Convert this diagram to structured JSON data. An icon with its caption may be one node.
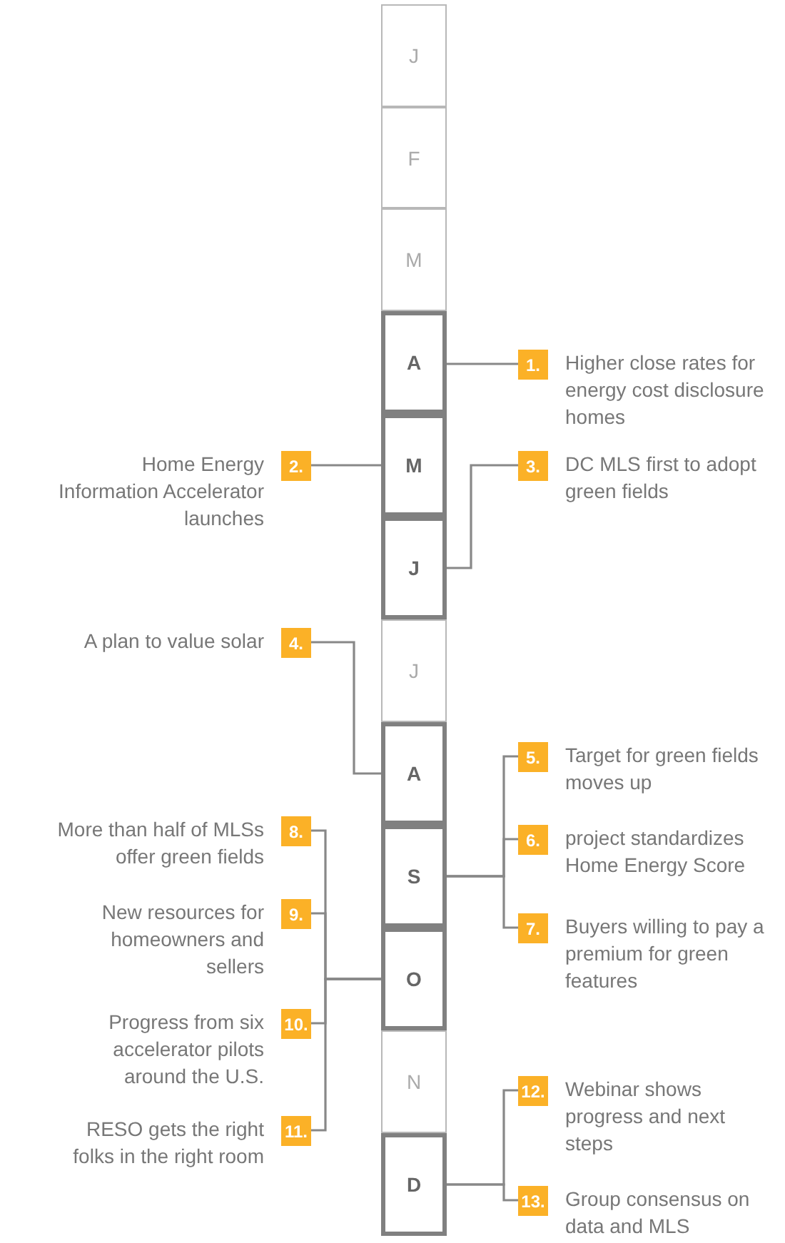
{
  "diagram": {
    "nodes": [
      {
        "text": [
          "J"
        ]
      },
      {
        "text": [
          "F"
        ]
      },
      {
        "text": [
          "M"
        ]
      },
      {
        "text": [
          "A"
        ]
      },
      {
        "text": [
          "M"
        ]
      },
      {
        "text": [
          "J"
        ]
      },
      {
        "text": [
          "J"
        ]
      },
      {
        "text": [
          "A"
        ]
      },
      {
        "text": [
          "S"
        ]
      },
      {
        "text": [
          "O"
        ]
      },
      {
        "text": [
          "N"
        ]
      },
      {
        "text": [
          "D"
        ]
      },
      {
        "text": [
          "1.",
          "Higher close rates for energy cost disclosure homes"
        ]
      },
      {
        "text": [
          "Home Energy Information Accelerator launches",
          "2."
        ]
      },
      {
        "text": [
          "3.",
          "DC MLS first to adopt green fields"
        ]
      },
      {
        "text": [
          "A plan to value solar",
          "4."
        ]
      },
      {
        "text": [
          "5.",
          "Target for green fields moves up"
        ]
      },
      {
        "text": [
          "6.",
          "project standardizes Home Energy Score"
        ]
      },
      {
        "text": [
          "7.",
          "Buyers willing to pay a premium for green features"
        ]
      },
      {
        "text": [
          "More than half of MLSs offer green fields",
          "8."
        ]
      },
      {
        "text": [
          "New resources for homeowners and sellers",
          "9."
        ]
      },
      {
        "text": [
          "Progress from six accelerator pilots around the U.S.",
          "10."
        ]
      },
      {
        "text": [
          "RESO gets the right folks in the right room",
          "11."
        ]
      },
      {
        "text": [
          "12.",
          "Webinar shows progress and next steps"
        ]
      },
      {
        "text": [
          "13.",
          "Group consensus on data and MLS"
        ]
      }
    ],
    "edges": [
      {
        "from": 12,
        "to": 3,
        "arrow": "none"
      },
      {
        "from": 13,
        "to": 4,
        "arrow": "none"
      },
      {
        "from": 14,
        "to": 5,
        "arrow": "none"
      },
      {
        "from": 15,
        "to": 7,
        "arrow": "none"
      },
      {
        "from": 16,
        "to": 8,
        "arrow": "none"
      },
      {
        "from": 17,
        "to": 8,
        "arrow": "none"
      },
      {
        "from": 18,
        "to": 8,
        "arrow": "none"
      },
      {
        "from": 19,
        "to": 9,
        "arrow": "none"
      },
      {
        "from": 20,
        "to": 9,
        "arrow": "none"
      },
      {
        "from": 21,
        "to": 9,
        "arrow": "none"
      },
      {
        "from": 22,
        "to": 9,
        "arrow": "none"
      },
      {
        "from": 23,
        "to": 11,
        "arrow": "none"
      },
      {
        "from": 24,
        "to": 11,
        "arrow": "none"
      }
    ]
  }
}
